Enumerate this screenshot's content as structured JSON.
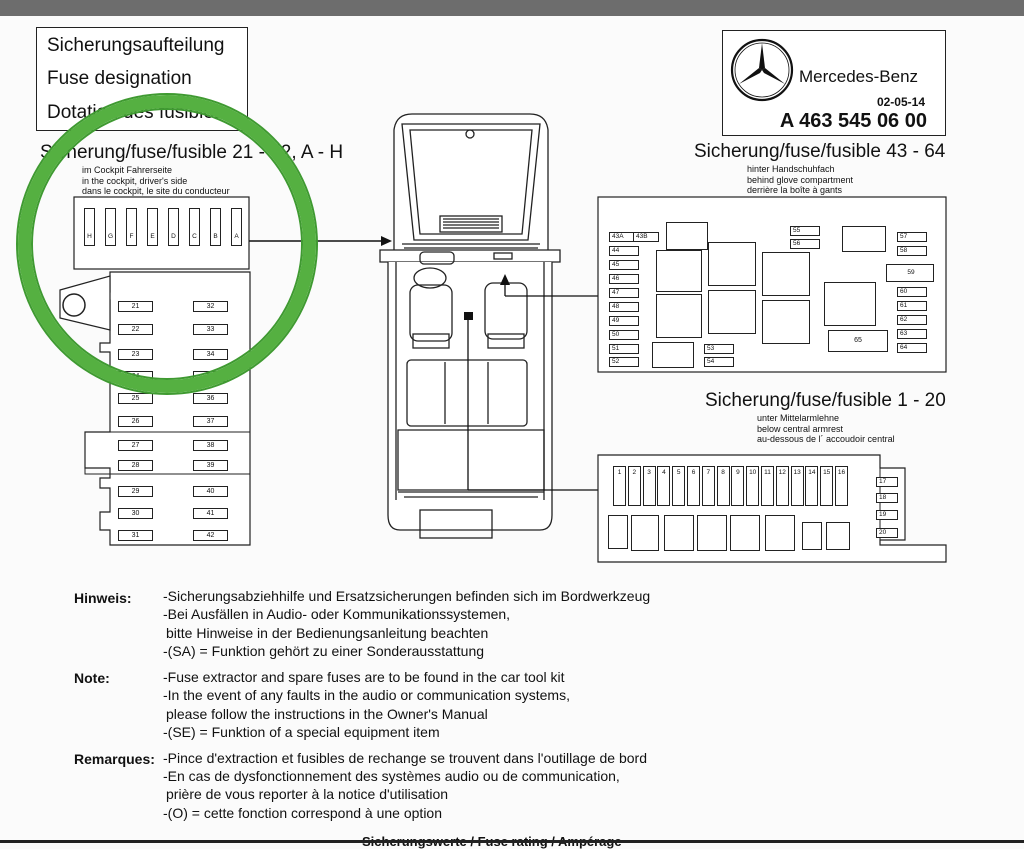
{
  "title_box": {
    "de": "Sicherungsaufteilung",
    "en": "Fuse designation",
    "fr": "Dotation des fusibles"
  },
  "brand": {
    "name": "Mercedes-Benz",
    "date": "02-05-14",
    "part_number": "A 463 545 06 00",
    "logo_icon": "mercedes-star-icon"
  },
  "cockpit_group": {
    "heading": "Sicherung/fuse/fusible 21 - 42, A - H",
    "loc_de": "im Cockpit Fahrerseite",
    "loc_en": "in the cockpit, driver's side",
    "loc_fr": "dans le cockpit, le site du conducteur",
    "letter_fuses": [
      "H",
      "G",
      "F",
      "E",
      "D",
      "C",
      "B",
      "A"
    ],
    "left_column": [
      "21",
      "22",
      "23",
      "24",
      "25",
      "26",
      "27",
      "28",
      "29",
      "30",
      "31"
    ],
    "right_column": [
      "32",
      "33",
      "34",
      "35",
      "36",
      "37",
      "38",
      "39",
      "40",
      "41",
      "42"
    ]
  },
  "glove_group": {
    "heading": "Sicherung/fuse/fusible 43 - 64",
    "loc_de": "hinter Handschuhfach",
    "loc_en": "behind glove compartment",
    "loc_fr": "derrière la boîte à gants",
    "left_fuses": [
      "43A",
      "44",
      "45",
      "46",
      "47",
      "48",
      "49",
      "50",
      "51",
      "52"
    ],
    "fuse_43b": "43B",
    "mid_fuses": [
      "53",
      "54"
    ],
    "top_fuses": [
      "55",
      "56"
    ],
    "right_fuses": [
      "57",
      "58",
      "59",
      "60",
      "61",
      "62",
      "63",
      "64"
    ],
    "relay_65": "65"
  },
  "armrest_group": {
    "heading": "Sicherung/fuse/fusible 1 - 20",
    "loc_de": "unter Mittelarmlehne",
    "loc_en": "below central armrest",
    "loc_fr": "au-dessous de l´ accoudoir central",
    "slots": [
      "1",
      "2",
      "3",
      "4",
      "5",
      "6",
      "7",
      "8",
      "9",
      "10",
      "11",
      "12",
      "13",
      "14",
      "15",
      "16"
    ],
    "side_fuses": [
      "17",
      "18",
      "19",
      "20"
    ]
  },
  "notes": {
    "hinweis_label": "Hinweis:",
    "hinweis": [
      "-Sicherungsabziehhilfe und Ersatzsicherungen befinden sich im Bordwerkzeug",
      "-Bei Ausfällen in Audio- oder Kommunikationssystemen,",
      " bitte Hinweise in der Bedienungsanleitung beachten",
      "-(SA) = Funktion gehört zu einer Sonderausstattung"
    ],
    "note_label": "Note:",
    "note": [
      "-Fuse extractor and spare fuses are to be found in the car tool kit",
      "-In the event of any faults in the audio or communication systems,",
      " please follow the instructions in the Owner's Manual",
      "-(SE) = Funktion of a special equipment item"
    ],
    "remarques_label": "Remarques:",
    "remarques": [
      "-Pince d'extraction et fusibles de rechange se trouvent dans l'outillage de bord",
      "-En cas de dysfonctionnement des systèmes audio ou de communication,",
      " prière de vous reporter à la notice d'utilisation",
      "-(O) = cette fonction correspond à une option"
    ]
  },
  "footer_cut": "Sicherungswerte / Fuse rating / Ampérage",
  "highlight": {
    "color": "#55b041"
  }
}
